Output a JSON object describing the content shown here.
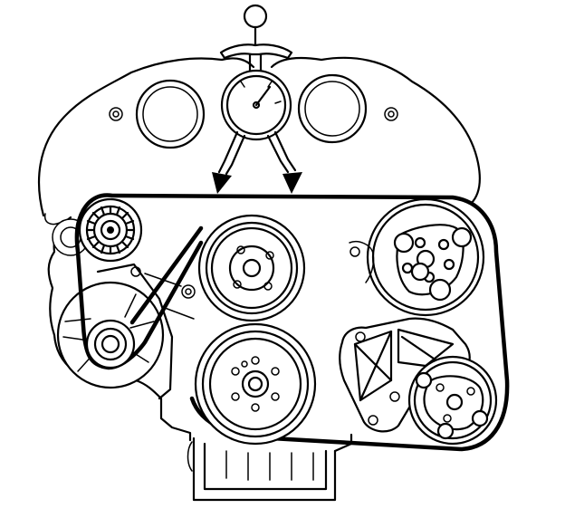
{
  "figure": {
    "colors": {
      "line": "#000000",
      "background": "#ffffff"
    },
    "parts": [
      "engine-cover",
      "belt-tension-gauge",
      "tensioner-pulley",
      "idler-pulley",
      "alternator-pulley",
      "water-pump-pulley",
      "crankshaft-pulley",
      "power-steering-pump-pulley",
      "ac-compressor-pulley",
      "ac-compressor-bracket",
      "drive-belt",
      "oil-pan"
    ]
  }
}
